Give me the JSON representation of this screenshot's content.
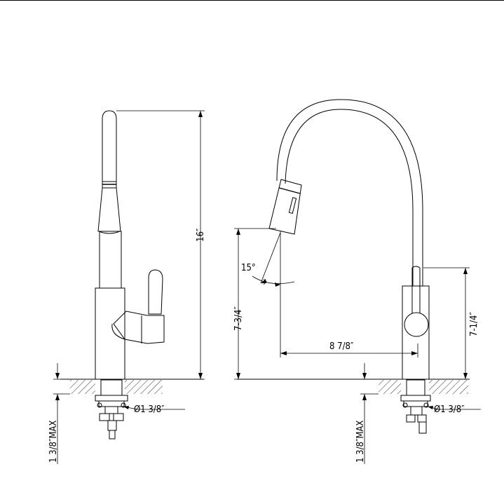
{
  "dimensions": {
    "height_total": "16″",
    "max_thickness_left": "1 3/8″MAX",
    "max_thickness_right": "1 3/8″MAX",
    "hole_diameter_left": "Ø1 3/8″",
    "hole_diameter_right": "Ø1 3/8″",
    "spout_height": "7-3/4″",
    "handle_height": "7-1/4″",
    "spout_reach": "8 7/8″",
    "spray_angle": "15°"
  }
}
